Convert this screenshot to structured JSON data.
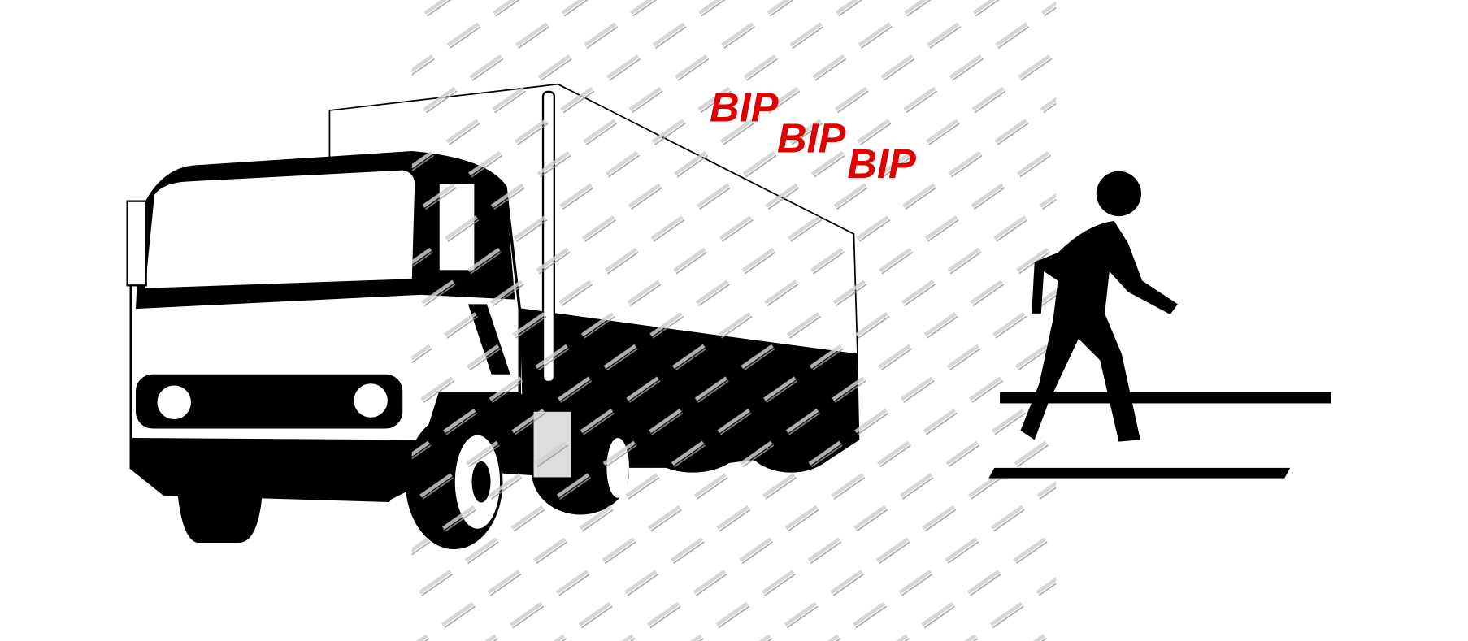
{
  "scene": {
    "sound_words": [
      "BIP",
      "BIP",
      "BIP"
    ],
    "colors": {
      "sound": "#e00000",
      "ink": "#000000",
      "watermark": "#c8c8c8"
    }
  }
}
